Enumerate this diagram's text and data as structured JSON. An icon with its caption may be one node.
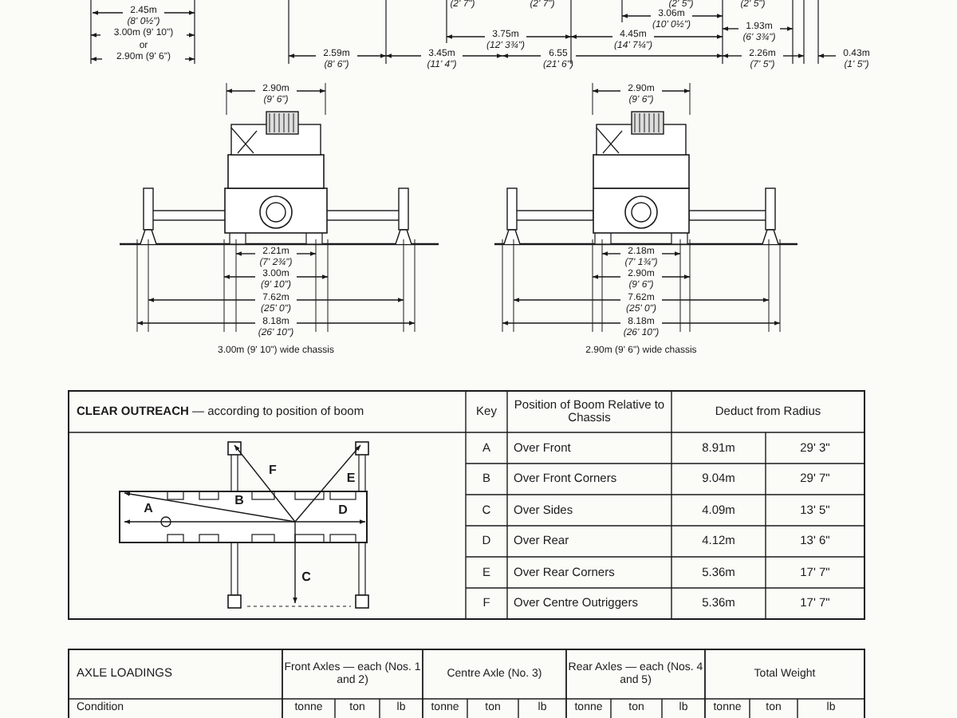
{
  "diagram": {
    "labels": [
      "(2' 7\")",
      "(2' 7\")",
      "(2' 5\")",
      "(2' 5\")",
      "2.45m",
      "(8' 0½\")",
      "3.06m",
      "(10' 0½\")",
      "3.00m (9' 10\")",
      "or",
      "2.90m (9' 6\")",
      "3.75m",
      "(12' 3¾\")",
      "4.45m",
      "(14' 7¼\")",
      "1.93m",
      "(6' 3¾\")",
      "2.59m",
      "(8' 6\")",
      "3.45m",
      "(11' 4\")",
      "6.55",
      "(21' 6\")",
      "2.26m",
      "(7' 5\")",
      "0.43m",
      "(1' 5\")",
      "2.90m",
      "(9' 6\")",
      "2.21m",
      "(7' 2¾\")",
      "3.00m",
      "(9' 10\")",
      "7.62m",
      "(25' 0\")",
      "8.18m",
      "(26' 10\")",
      "3.00m (9' 10\") wide chassis",
      "2.90m",
      "(9' 6\")",
      "2.18m",
      "(7' 1¾\")",
      "2.90m",
      "(9' 6\")",
      "7.62m",
      "(25' 0\")",
      "8.18m",
      "(26' 10\")",
      "2.90m (9' 6\") wide chassis",
      "**CLEAR OUTREACH** — according to position of boom",
      "Key",
      "Position of Boom Relative to Chassis",
      "Deduct from Radius",
      "A",
      "Over Front",
      "8.91m",
      "29' 3\"",
      "B",
      "Over Front Corners",
      "9.04m",
      "29' 7\"",
      "C",
      "Over Sides",
      "4.09m",
      "13' 5\"",
      "D",
      "Over Rear",
      "4.12m",
      "13' 6\"",
      "E",
      "Over Rear Corners",
      "5.36m",
      "17' 7\"",
      "F",
      "Over Centre Outriggers",
      "5.36m",
      "17' 7\"",
      "F",
      "E",
      "B",
      "A",
      "D",
      "C",
      "AXLE LOADINGS",
      "Front Axles — each (Nos. 1 and 2)",
      "Centre Axle (No. 3)",
      "Rear Axles — each (Nos. 4 and 5)",
      "Total Weight",
      "Condition",
      "tonne",
      "ton",
      "lb",
      "tonne",
      "ton",
      "lb",
      "tonne",
      "ton",
      "lb",
      "tonne",
      "ton",
      "lb"
    ]
  }
}
